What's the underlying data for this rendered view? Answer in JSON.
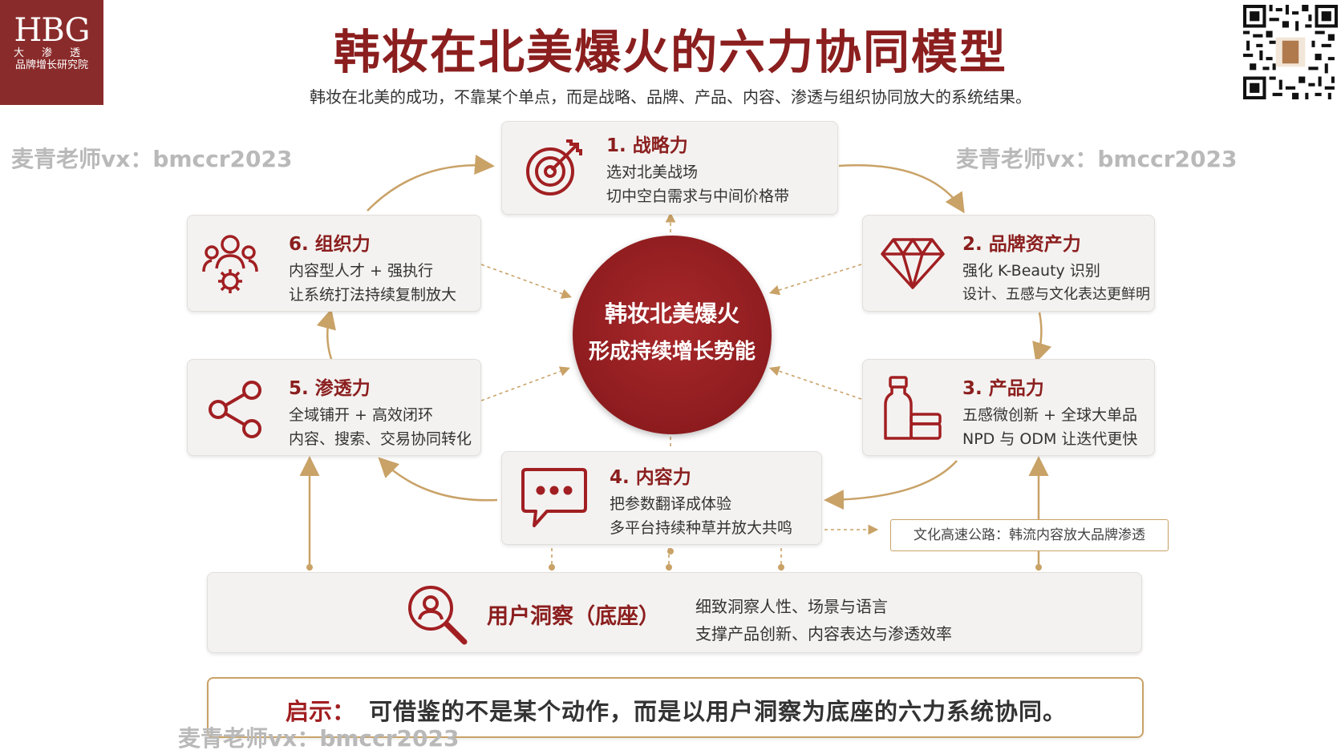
{
  "logo": {
    "big": "HBG",
    "mid": "大渗透",
    "small": "品牌增长研究院"
  },
  "title": "韩妆在北美爆火的六力协同模型",
  "subtitle": "韩妆在北美的成功，不靠某个单点，而是战略、品牌、产品、内容、渗透与组织协同放大的系统结果。",
  "watermark": "麦青老师vx：bmccr2023",
  "center": {
    "line1": "韩妆北美爆火",
    "line2": "形成持续增长势能"
  },
  "forces": [
    {
      "title": "1. 战略力",
      "line1": "选对北美战场",
      "line2": "切中空白需求与中间价格带",
      "icon": "target-icon"
    },
    {
      "title": "2. 品牌资产力",
      "line1": "强化 K-Beauty 识别",
      "line2": "设计、五感与文化表达更鲜明",
      "icon": "diamond-icon"
    },
    {
      "title": "3. 产品力",
      "line1": "五感微创新 + 全球大单品",
      "line2": "NPD 与 ODM 让迭代更快",
      "icon": "bottle-jar-icon"
    },
    {
      "title": "4. 内容力",
      "line1": "把参数翻译成体验",
      "line2": "多平台持续种草并放大共鸣",
      "icon": "chat-bubble-icon"
    },
    {
      "title": "5. 渗透力",
      "line1": "全域铺开 + 高效闭环",
      "line2": "内容、搜索、交易协同转化",
      "icon": "share-network-icon"
    },
    {
      "title": "6. 组织力",
      "line1": "内容型人才 + 强执行",
      "line2": "让系统打法持续复制放大",
      "icon": "team-gear-icon"
    }
  ],
  "culture_highway": "文化高速公路：韩流内容放大品牌渗透",
  "base": {
    "title": "用户洞察（底座）",
    "line1": "细致洞察人性、场景与语言",
    "line2": "支撑产品创新、内容表达与渗透效率",
    "icon": "user-search-icon"
  },
  "insight": {
    "label": "启示：",
    "text": "可借鉴的不是某个动作，而是以用户洞察为底座的六力系统协同。"
  },
  "colors": {
    "accent": "#8b1e1e",
    "gold": "#c9a267",
    "box_bg": "#f3f2f0"
  }
}
